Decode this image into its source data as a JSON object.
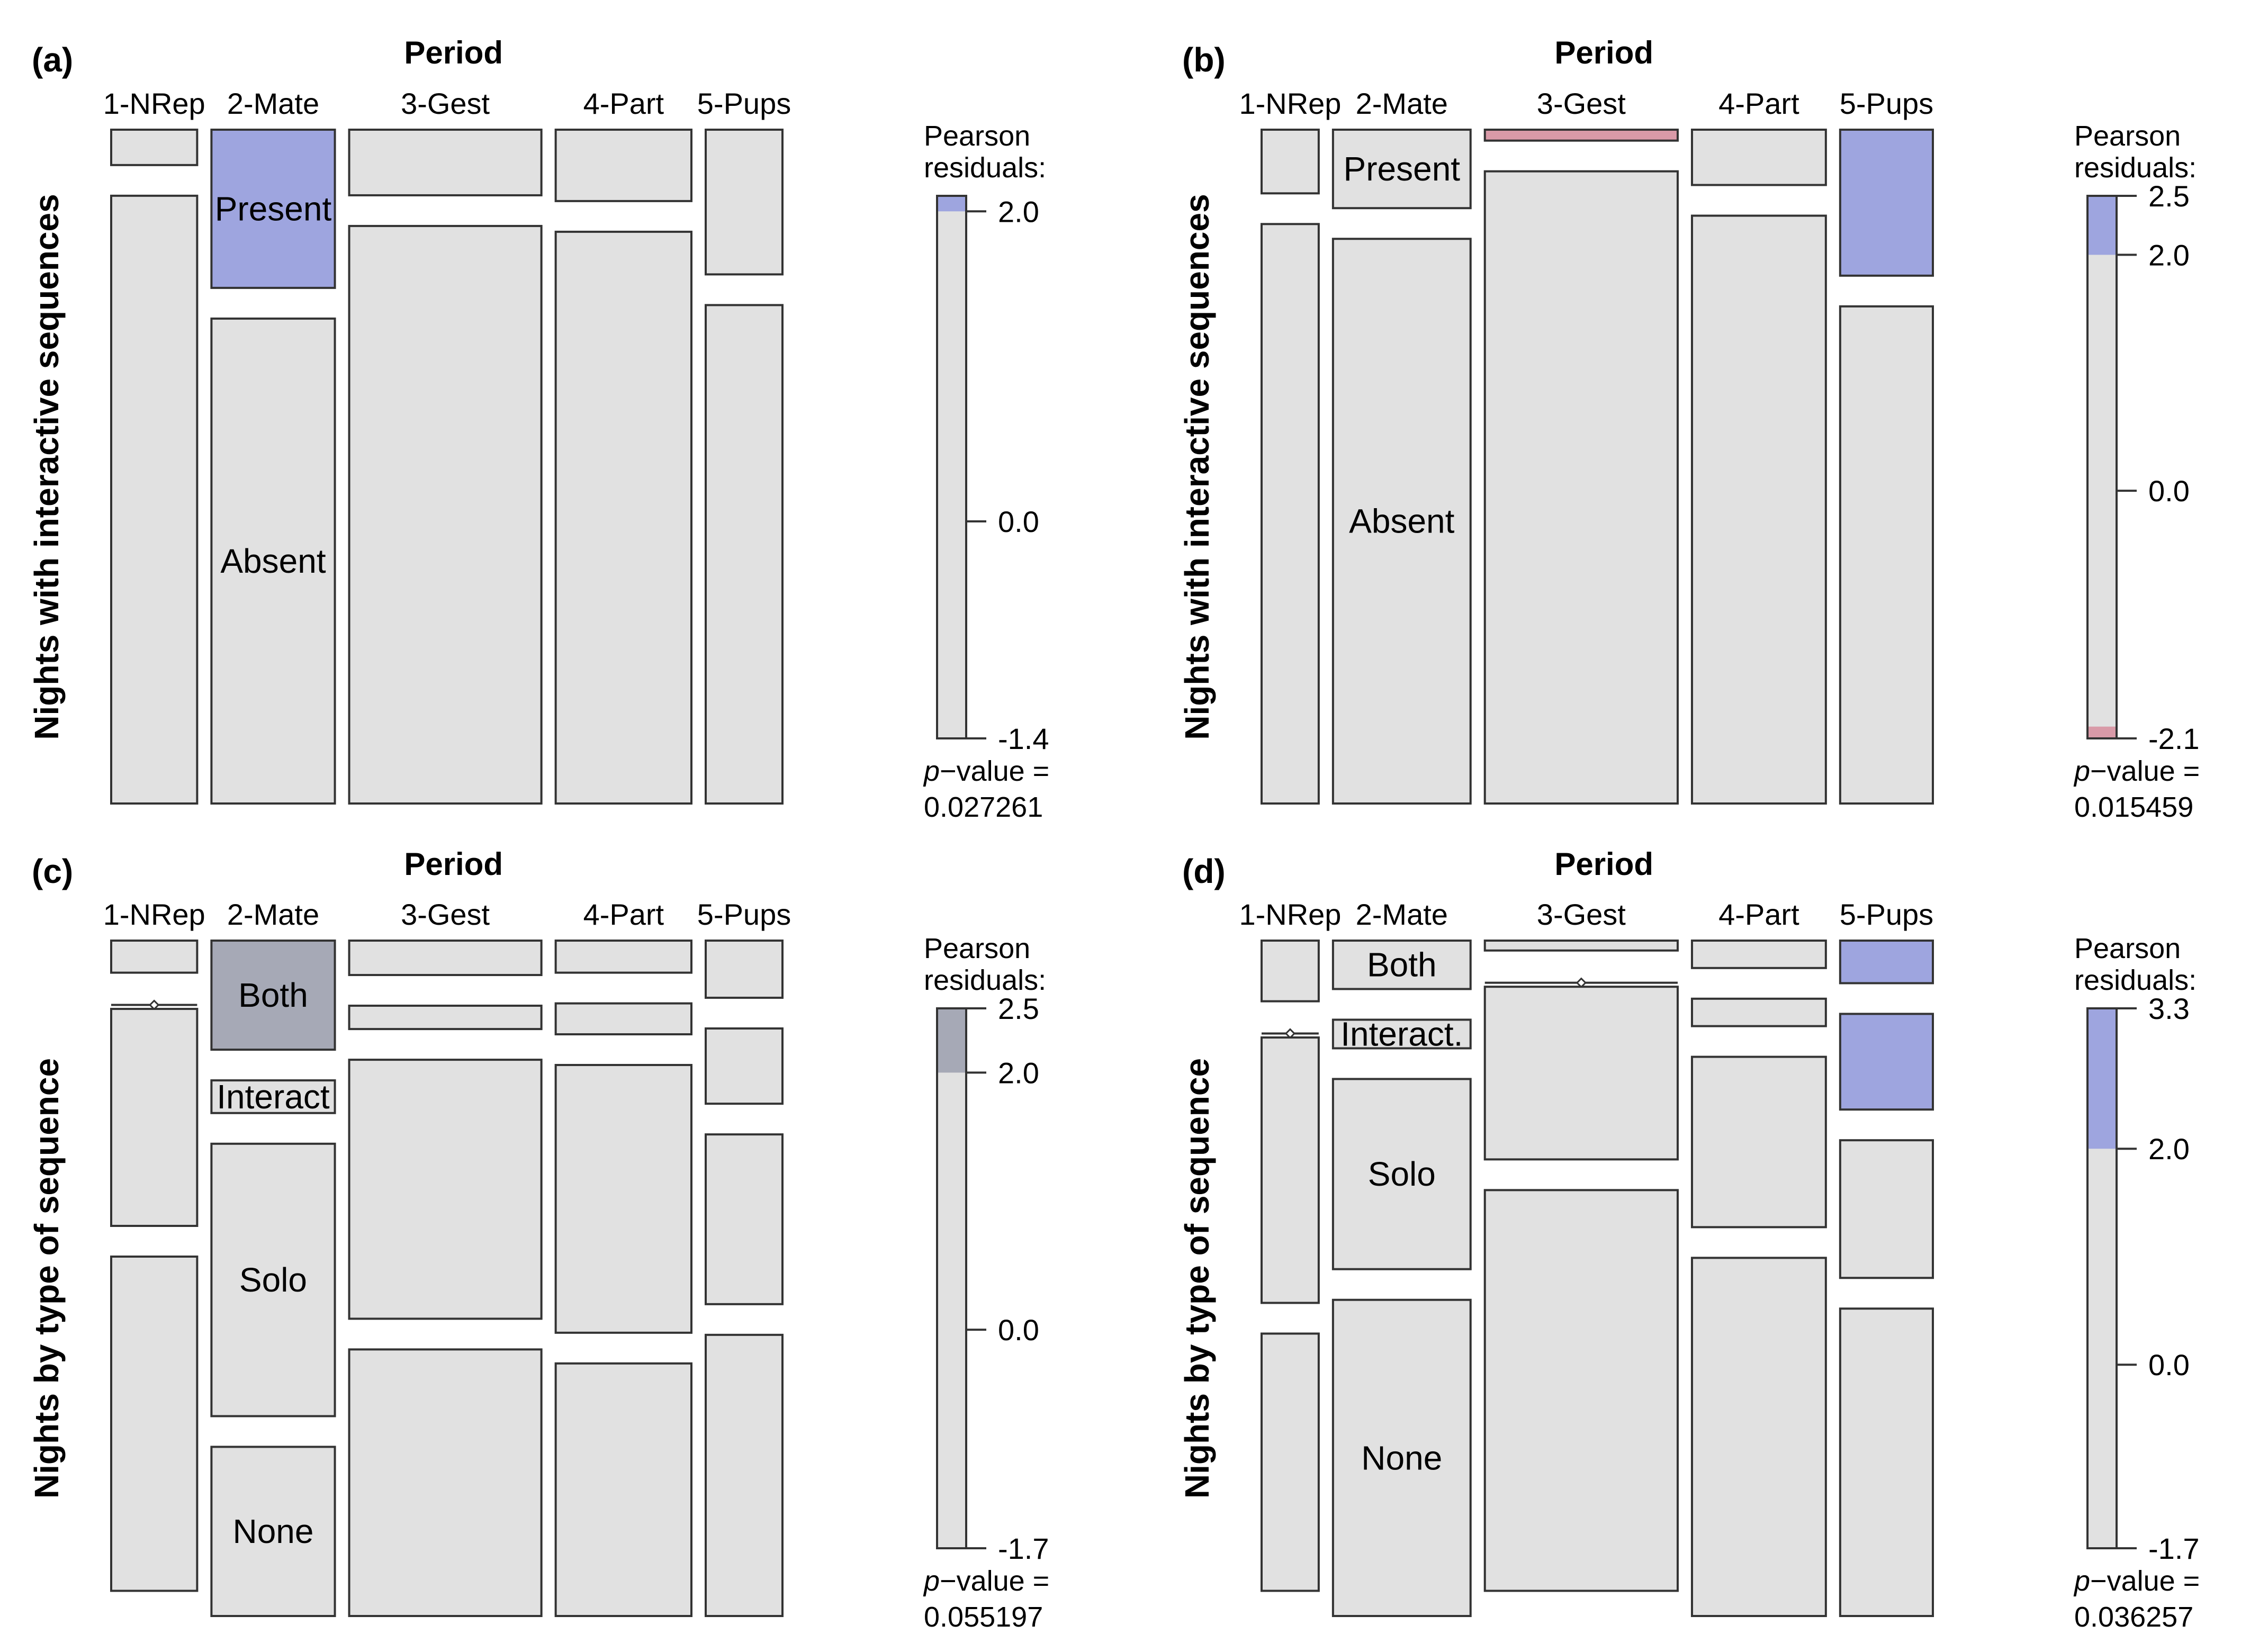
{
  "colors": {
    "neutral": "#e1e1e1",
    "positive": "#9ea5df",
    "positive_grey": "#a6a9b6",
    "negative": "#d99aa8",
    "stroke": "#333333",
    "background": "#ffffff"
  },
  "chart_data": [
    {
      "type": "mosaic",
      "panel": "(a)",
      "title": "Period",
      "xlabel": "Period",
      "ylabel": "Nights with interactive sequences",
      "categories": [
        "1-NRep",
        "2-Mate",
        "3-Gest",
        "4-Part",
        "5-Pups"
      ],
      "column_widths": [
        0.14,
        0.201,
        0.313,
        0.221,
        0.125
      ],
      "levels": [
        {
          "name": "Present",
          "proportions": [
            0.055,
            0.246,
            0.102,
            0.111,
            0.225
          ],
          "residual_state": [
            "neutral",
            "positive",
            "neutral",
            "neutral",
            "neutral"
          ]
        },
        {
          "name": "Absent",
          "proportions": [
            0.945,
            0.754,
            0.898,
            0.889,
            0.775
          ],
          "residual_state": [
            "neutral",
            "neutral",
            "neutral",
            "neutral",
            "neutral"
          ]
        }
      ],
      "level_labels": [
        {
          "text": "Present",
          "column": 1,
          "level": 0
        },
        {
          "text": "Absent",
          "column": 1,
          "level": 1
        }
      ],
      "legend": {
        "title": [
          "Pearson",
          "residuals:"
        ],
        "min": -1.4,
        "max": 2.1,
        "ticks": [
          {
            "value": 2.0,
            "label": "2.0"
          },
          {
            "value": 0.0,
            "label": "0.0"
          },
          {
            "value": -1.4,
            "label": "-1.4"
          }
        ],
        "pos_color": "positive",
        "neg_color": null
      },
      "p_value": {
        "label": "p−value =",
        "value": "0.027261"
      }
    },
    {
      "type": "mosaic",
      "panel": "(b)",
      "title": "Period",
      "xlabel": "Period",
      "ylabel": "Nights with interactive sequences",
      "categories": [
        "1-NRep",
        "2-Mate",
        "3-Gest",
        "4-Part",
        "5-Pups"
      ],
      "column_widths": [
        0.093,
        0.224,
        0.314,
        0.218,
        0.151
      ],
      "levels": [
        {
          "name": "Present",
          "proportions": [
            0.099,
            0.122,
            0.017,
            0.086,
            0.227
          ],
          "residual_state": [
            "neutral",
            "neutral",
            "negative",
            "neutral",
            "positive"
          ]
        },
        {
          "name": "Absent",
          "proportions": [
            0.901,
            0.878,
            0.983,
            0.914,
            0.773
          ],
          "residual_state": [
            "neutral",
            "neutral",
            "neutral",
            "neutral",
            "neutral"
          ]
        }
      ],
      "level_labels": [
        {
          "text": "Present",
          "column": 1,
          "level": 0
        },
        {
          "text": "Absent",
          "column": 1,
          "level": 1
        }
      ],
      "legend": {
        "title": [
          "Pearson",
          "residuals:"
        ],
        "min": -2.1,
        "max": 2.5,
        "ticks": [
          {
            "value": 2.5,
            "label": "2.5"
          },
          {
            "value": 2.0,
            "label": "2.0"
          },
          {
            "value": 0.0,
            "label": "0.0"
          },
          {
            "value": -2.1,
            "label": "-2.1"
          }
        ],
        "pos_color": "positive",
        "neg_color": "negative"
      },
      "p_value": {
        "label": "p−value =",
        "value": "0.015459"
      }
    },
    {
      "type": "mosaic",
      "panel": "(c)",
      "title": "Period",
      "xlabel": "Period",
      "ylabel": "Nights by type of sequence",
      "categories": [
        "1-NRep",
        "2-Mate",
        "3-Gest",
        "4-Part",
        "5-Pups"
      ],
      "column_widths": [
        0.14,
        0.201,
        0.313,
        0.221,
        0.125
      ],
      "levels": [
        {
          "name": "Both",
          "proportions": [
            0.055,
            0.187,
            0.059,
            0.055,
            0.098
          ],
          "residual_state": [
            "neutral",
            "positive_grey",
            "neutral",
            "neutral",
            "neutral"
          ]
        },
        {
          "name": "Interact",
          "proportions": [
            0.0,
            0.056,
            0.04,
            0.053,
            0.129
          ],
          "residual_state": [
            "neutral",
            "neutral",
            "neutral",
            "neutral",
            "neutral"
          ]
        },
        {
          "name": "Solo",
          "proportions": [
            0.372,
            0.467,
            0.444,
            0.459,
            0.291
          ],
          "residual_state": [
            "neutral",
            "neutral",
            "neutral",
            "neutral",
            "neutral"
          ]
        },
        {
          "name": "None",
          "proportions": [
            0.573,
            0.29,
            0.457,
            0.433,
            0.482
          ],
          "residual_state": [
            "neutral",
            "neutral",
            "neutral",
            "neutral",
            "neutral"
          ]
        }
      ],
      "level_labels": [
        {
          "text": "Both",
          "column": 1,
          "level": 0
        },
        {
          "text": "Interact",
          "column": 1,
          "level": 1
        },
        {
          "text": "Solo",
          "column": 1,
          "level": 2
        },
        {
          "text": "None",
          "column": 1,
          "level": 3
        }
      ],
      "legend": {
        "title": [
          "Pearson",
          "residuals:"
        ],
        "min": -1.7,
        "max": 2.5,
        "ticks": [
          {
            "value": 2.5,
            "label": "2.5"
          },
          {
            "value": 2.0,
            "label": "2.0"
          },
          {
            "value": 0.0,
            "label": "0.0"
          },
          {
            "value": -1.7,
            "label": "-1.7"
          }
        ],
        "pos_color": "positive_grey",
        "neg_color": null
      },
      "p_value": {
        "label": "p−value =",
        "value": "0.055197"
      }
    },
    {
      "type": "mosaic",
      "panel": "(d)",
      "title": "Period",
      "xlabel": "Period",
      "ylabel": "Nights by type of sequence",
      "categories": [
        "1-NRep",
        "2-Mate",
        "3-Gest",
        "4-Part",
        "5-Pups"
      ],
      "column_widths": [
        0.093,
        0.224,
        0.314,
        0.218,
        0.151
      ],
      "levels": [
        {
          "name": "Both",
          "proportions": [
            0.104,
            0.083,
            0.017,
            0.047,
            0.073
          ],
          "residual_state": [
            "neutral",
            "neutral",
            "neutral",
            "neutral",
            "positive"
          ]
        },
        {
          "name": "Interact",
          "proportions": [
            0.0,
            0.049,
            0.0,
            0.047,
            0.164
          ],
          "residual_state": [
            "neutral",
            "neutral",
            "neutral",
            "neutral",
            "positive"
          ]
        },
        {
          "name": "Solo",
          "proportions": [
            0.455,
            0.326,
            0.296,
            0.292,
            0.236
          ],
          "residual_state": [
            "neutral",
            "neutral",
            "neutral",
            "neutral",
            "neutral"
          ]
        },
        {
          "name": "None",
          "proportions": [
            0.441,
            0.542,
            0.687,
            0.614,
            0.527
          ],
          "residual_state": [
            "neutral",
            "neutral",
            "neutral",
            "neutral",
            "neutral"
          ]
        }
      ],
      "level_labels": [
        {
          "text": "Both",
          "column": 1,
          "level": 0
        },
        {
          "text": "Interact.",
          "column": 1,
          "level": 1
        },
        {
          "text": "Solo",
          "column": 1,
          "level": 2
        },
        {
          "text": "None",
          "column": 1,
          "level": 3
        }
      ],
      "legend": {
        "title": [
          "Pearson",
          "residuals:"
        ],
        "min": -1.7,
        "max": 3.3,
        "ticks": [
          {
            "value": 3.3,
            "label": "3.3"
          },
          {
            "value": 2.0,
            "label": "2.0"
          },
          {
            "value": 0.0,
            "label": "0.0"
          },
          {
            "value": -1.7,
            "label": "-1.7"
          }
        ],
        "pos_color": "positive",
        "neg_color": null
      },
      "p_value": {
        "label": "p−value =",
        "value": "0.036257"
      }
    }
  ]
}
